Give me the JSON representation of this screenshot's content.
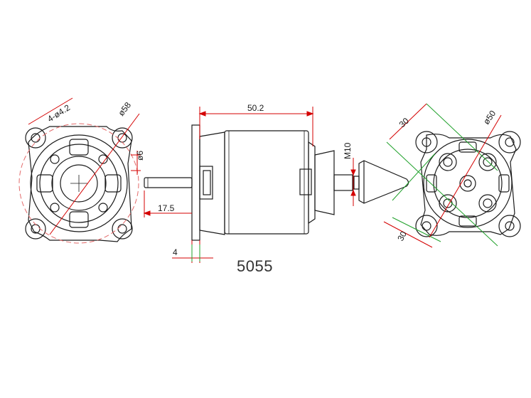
{
  "title": "5055",
  "colors": {
    "outline": "#1a1a1a",
    "dimension_red": "#d40000",
    "dimension_green": "#1fa02a",
    "hidden_line": "#e36a6a"
  },
  "dimensions": {
    "holes": "4-ø4.2",
    "mount_circle": "ø58",
    "shaft": "ø6",
    "shaft_length": "17.5",
    "flange": "4",
    "body_length": "50.2",
    "thread": "M10",
    "outer_circle_rear": "ø50",
    "spacing_top": "30",
    "spacing_side": "30"
  }
}
